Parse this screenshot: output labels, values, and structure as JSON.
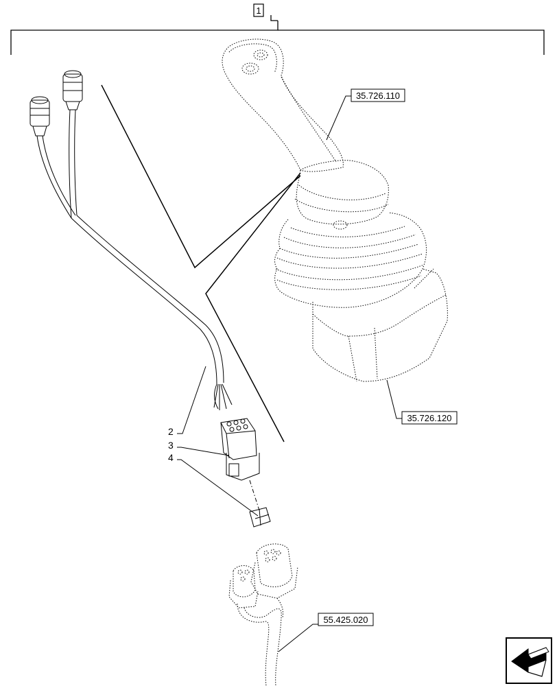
{
  "diagram": {
    "assembly_item": "1",
    "callouts": [
      {
        "id": "item-2",
        "label": "2"
      },
      {
        "id": "item-3",
        "label": "3"
      },
      {
        "id": "item-4",
        "label": "4"
      }
    ],
    "references": [
      {
        "id": "ref-joystick-handle",
        "label": "35.726.110"
      },
      {
        "id": "ref-joystick-base",
        "label": "35.726.120"
      },
      {
        "id": "ref-harness",
        "label": "55.425.020"
      }
    ],
    "nav_icon": "next-page-arrow-icon"
  }
}
